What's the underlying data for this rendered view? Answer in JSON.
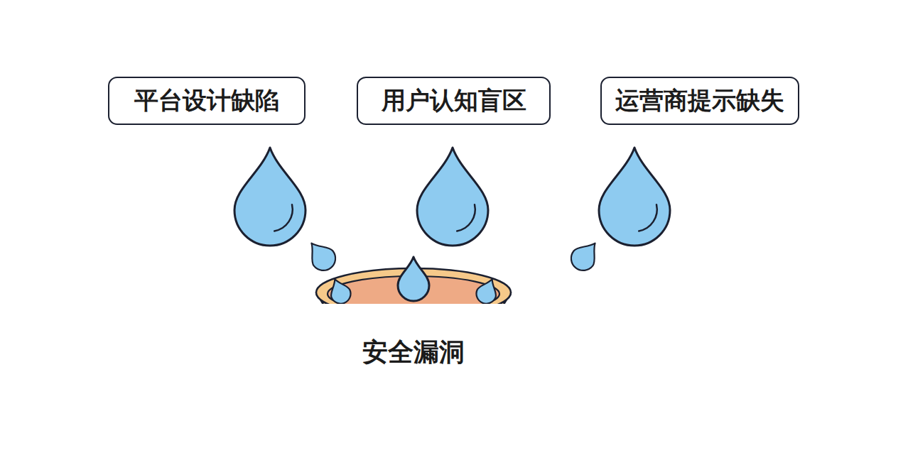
{
  "diagram": {
    "nodes": [
      {
        "text": [
          "平台设计缺陷"
        ]
      },
      {
        "text": [
          "用户认知盲区"
        ]
      },
      {
        "text": [
          "运营商提示缺失"
        ]
      },
      {
        "text": [
          "安全漏洞"
        ]
      }
    ]
  }
}
